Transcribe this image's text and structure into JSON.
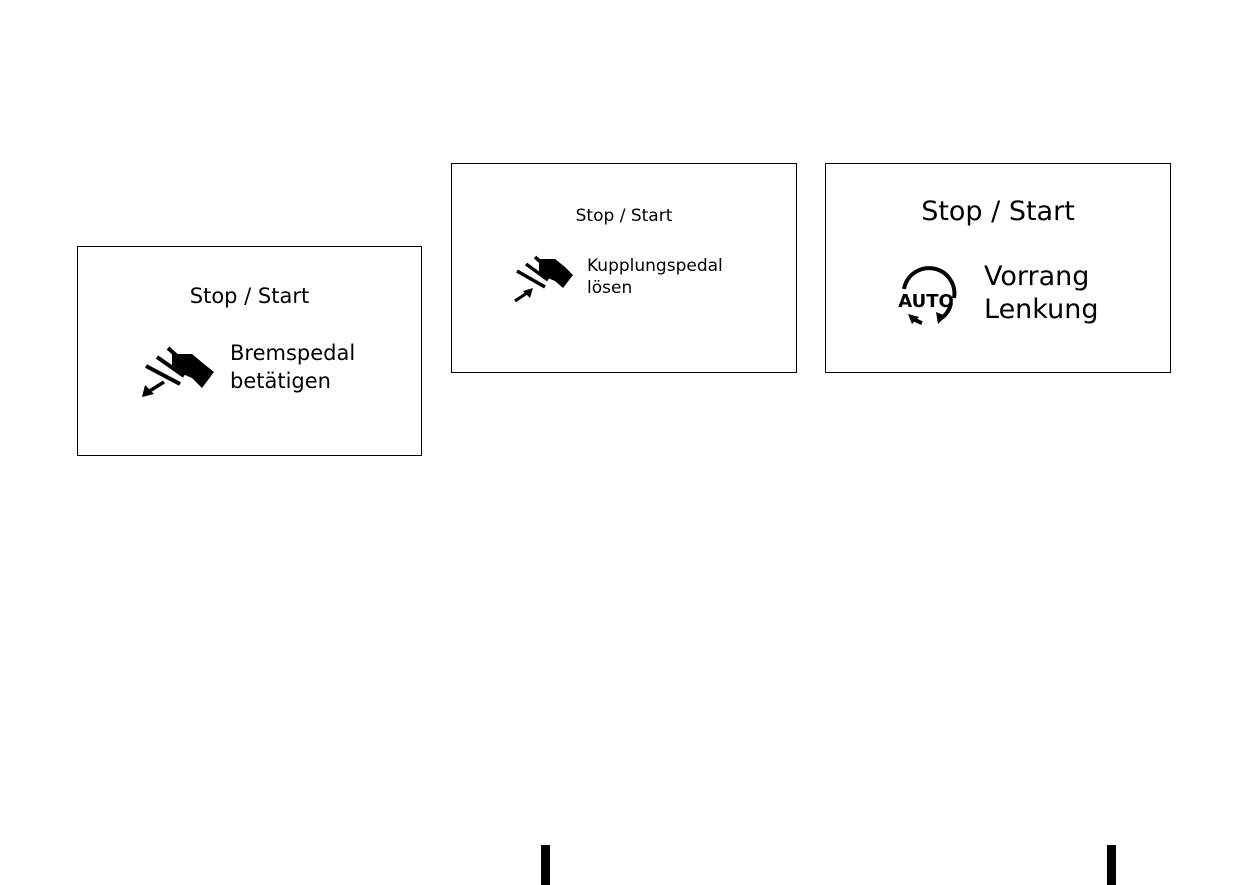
{
  "panels": [
    {
      "title": "Stop / Start",
      "icon": "brake-pedal-press-icon",
      "lines": [
        "Bremspedal",
        "betätigen"
      ]
    },
    {
      "title": "Stop / Start",
      "icon": "clutch-pedal-release-icon",
      "lines": [
        "Kupplungspedal",
        "lösen"
      ]
    },
    {
      "title": "Stop / Start",
      "icon": "auto-steering-priority-icon",
      "icon_text": "AUTO",
      "lines": [
        "Vorrang",
        "Lenkung"
      ]
    }
  ]
}
